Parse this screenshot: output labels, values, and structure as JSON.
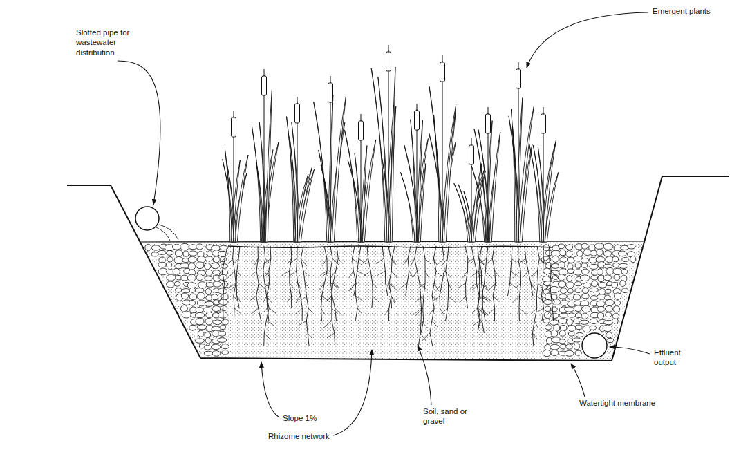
{
  "diagram": {
    "labels": [
      "Emergent plants",
      "Slotted pipe for wastewater distribution",
      "Effluent output",
      "Slope 1%",
      "Rhizome network",
      "Soil, sand or gravel",
      "Watertight membrane"
    ]
  }
}
